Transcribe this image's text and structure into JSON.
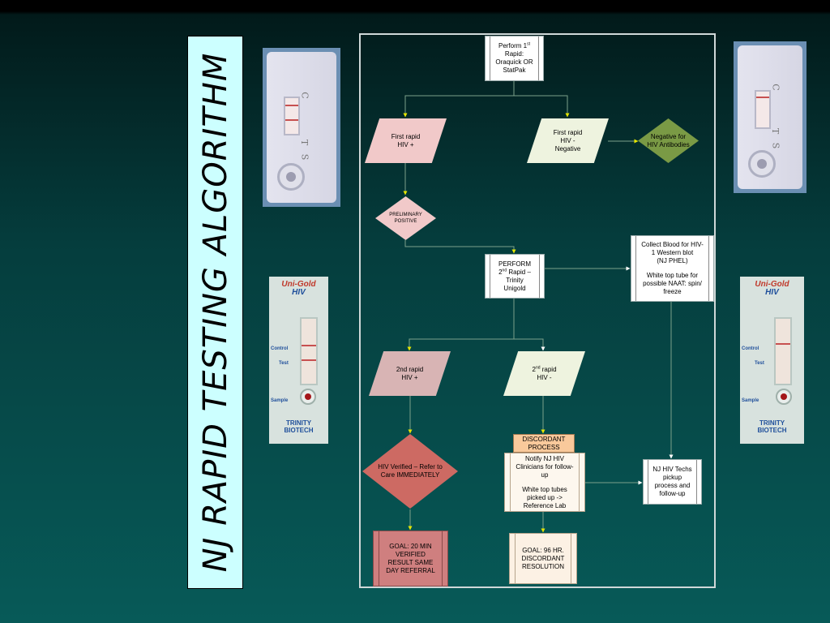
{
  "title": "NJ RAPID TESTING ALGORITHM",
  "cassettes": {
    "oraquick_marks": [
      "C",
      "T",
      "S"
    ],
    "unigold": {
      "brand": "Uni-Gold",
      "sub": "HIV",
      "label_control": "Control",
      "label_test": "Test",
      "label_sample": "Sample",
      "maker_line1": "TRINITY",
      "maker_line2": "BIOTECH"
    }
  },
  "flow": {
    "perform_first": {
      "l1": "Perform 1",
      "sup": "st",
      "l2": "Rapid:",
      "l3": "Oraquick OR",
      "l4": "StatPak"
    },
    "first_pos": {
      "l1": "First rapid",
      "l2": "HIV +"
    },
    "first_neg": {
      "l1": "First rapid",
      "l2": "HIV -",
      "l3": "Negative"
    },
    "negative_result": {
      "l1": "Negative for",
      "l2": "HIV Antibodies"
    },
    "prelim": {
      "l1": "PRELIMINARY",
      "l2": "POSITIVE"
    },
    "perform_second": {
      "l1": "PERFORM",
      "l2a": "2",
      "sup": "nd",
      "l2b": " Rapid –",
      "l3": "Trinity",
      "l4": "Unigold"
    },
    "collect_blood": {
      "l1": "Collect Blood for HIV-",
      "l2": "1 Western blot",
      "l3": "(NJ PHEL)",
      "l4": "White top tube for",
      "l5": "possible NAAT: spin/",
      "l6": "freeze"
    },
    "second_pos": {
      "l1": "2nd rapid",
      "l2": "HIV +"
    },
    "second_neg": {
      "l1a": "2",
      "sup": "nd",
      "l1b": " rapid",
      "l2": "HIV -"
    },
    "hiv_verified": {
      "l1": "HIV Verified – Refer to",
      "l2": "Care IMMEDIATELY"
    },
    "discordant": {
      "l1": "DISCORDANT",
      "l2": "PROCESS"
    },
    "notify": {
      "l1": "Notify NJ HIV",
      "l2": "Clinicians for follow-",
      "l3": "up",
      "l4": "White top tubes",
      "l5": "picked up ->",
      "l6": "Reference Lab"
    },
    "techs": {
      "l1": "NJ HIV Techs",
      "l2": "pickup",
      "l3": "process and",
      "l4": "follow-up"
    },
    "goal_verified": {
      "l1": "GOAL: 20 MIN",
      "l2": "VERIFIED",
      "l3": "RESULT SAME",
      "l4": "DAY REFERRAL"
    },
    "goal_discordant": {
      "l1": "GOAL: 96 HR.",
      "l2": "DISCORDANT",
      "l3": "RESOLUTION"
    }
  },
  "colors": {
    "title_bg": "#ccffff",
    "connector": "#7ba08a",
    "arrowhead": "#e6e600",
    "positive_fill": "#f1c9c9",
    "negative_fill": "#eef3df",
    "negative_diamond": "#7a9a45",
    "verified_diamond": "#cd6a63"
  }
}
